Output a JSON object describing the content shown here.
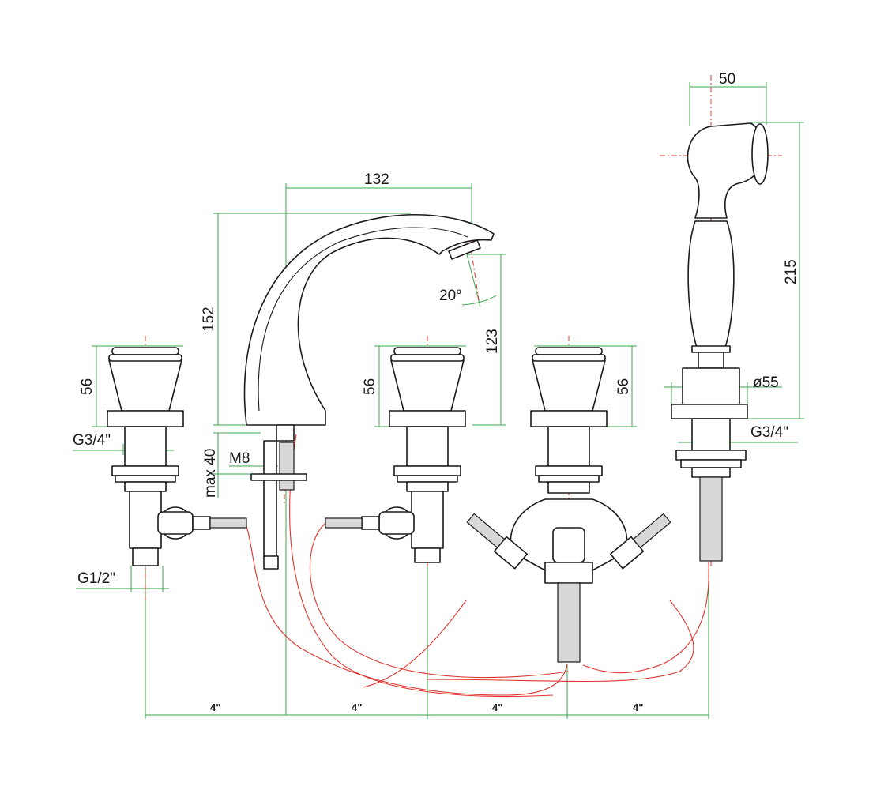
{
  "colors": {
    "outline": "#1a1a1a",
    "dimension_lines": "#3aa64a",
    "center_lines": "#e0342e",
    "hoses": "#e0342e"
  },
  "dimensions": {
    "spout_reach": "132",
    "spout_height": "152",
    "spout_angle": "20°",
    "spout_outlet_height": "123",
    "handle_left_height": "56",
    "handle_center_height": "56",
    "handle_right_height": "56",
    "handshower_width": "50",
    "handshower_height": "215",
    "handshower_base_diameter": "ø55",
    "thread_left": "G3/4\"",
    "thread_right": "G3/4\"",
    "thread_inlet": "G1/2\"",
    "deck_thickness": "max 40",
    "spout_stud": "M8",
    "spacing_1": "4\"",
    "spacing_2": "4\"",
    "spacing_3": "4\"",
    "spacing_4": "4\""
  }
}
